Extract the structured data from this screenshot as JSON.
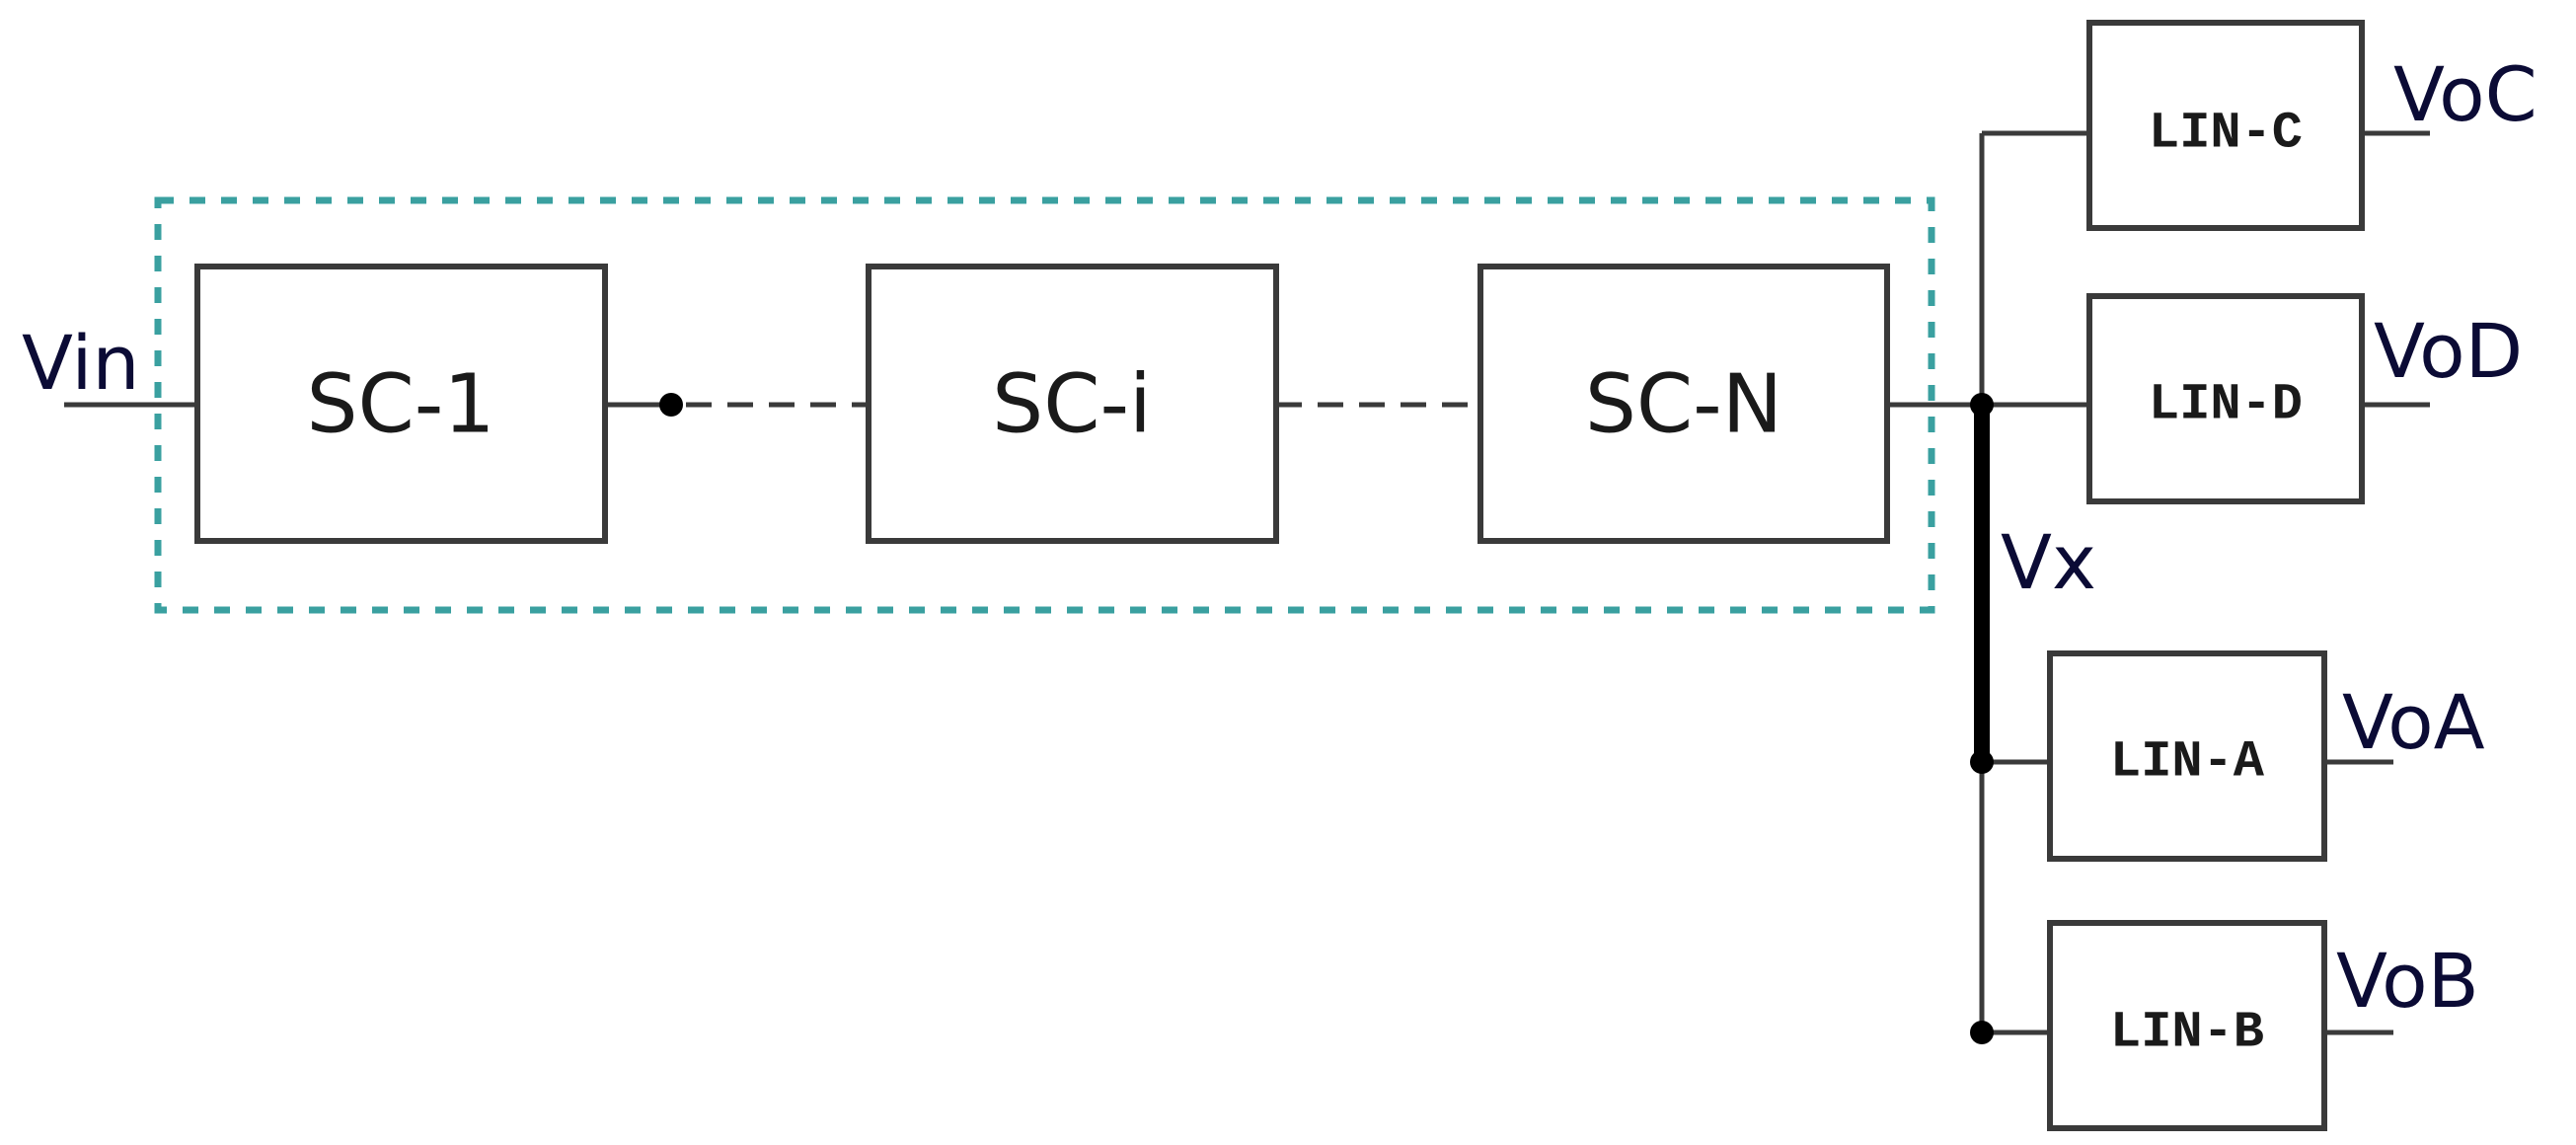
{
  "colors": {
    "wire": "#3a3a3a",
    "bus": "#000000",
    "group_outline": "#3aa0a0",
    "signal_text": "#0b0b35",
    "block_text": "#1a1a1a"
  },
  "input": {
    "label": "Vin"
  },
  "switched_capacitor_chain": {
    "blocks": [
      {
        "label": "SC-1"
      },
      {
        "label": "SC-i"
      },
      {
        "label": "SC-N"
      }
    ]
  },
  "intermediate_node": {
    "label": "Vx"
  },
  "linear_regulators": [
    {
      "label": "LIN-C",
      "output": "VoC"
    },
    {
      "label": "LIN-D",
      "output": "VoD"
    },
    {
      "label": "LIN-A",
      "output": "VoA"
    },
    {
      "label": "LIN-B",
      "output": "VoB"
    }
  ]
}
